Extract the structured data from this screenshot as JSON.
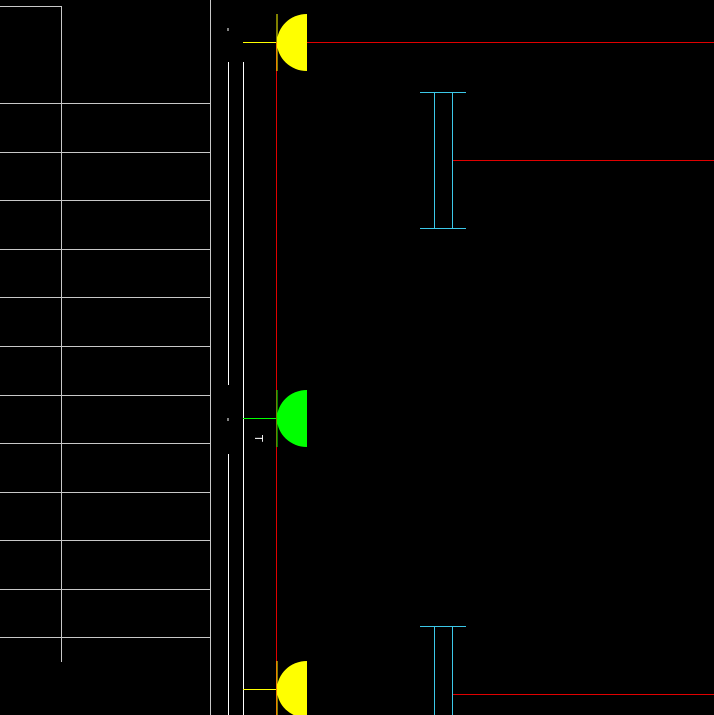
{
  "drawing": {
    "background_color": "#000000",
    "colors": {
      "table_lines": "#c8c8c8",
      "walls": "#ffffff",
      "red_lines": "#e00000",
      "yellow": "#ffff00",
      "green": "#00ff00",
      "cyan": "#3cc8e8"
    },
    "schedule_table": {
      "row_count": 13
    },
    "symbols": [
      {
        "kind": "half-disc",
        "color_key": "yellow"
      },
      {
        "kind": "half-disc",
        "color_key": "green"
      },
      {
        "kind": "half-disc",
        "color_key": "yellow"
      }
    ],
    "beam_markers": [
      {
        "kind": "i-beam",
        "color_key": "cyan"
      },
      {
        "kind": "i-beam",
        "color_key": "cyan"
      }
    ],
    "small_label": "T"
  }
}
